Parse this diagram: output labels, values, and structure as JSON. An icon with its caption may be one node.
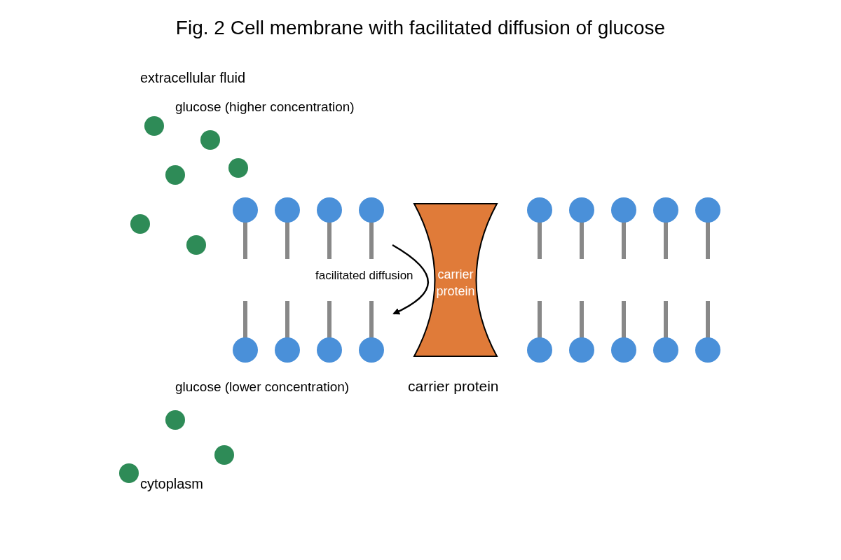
{
  "diagram": {
    "title": "Fig. 2 Cell membrane with facilitated diffusion of glucose",
    "nodes": [
      {
        "text": [
          "carrier protein"
        ],
        "beside": [
          "carrier protein"
        ]
      }
    ],
    "labels": [
      "extracellular fluid",
      "glucose (higher concentration)",
      "facilitated diffusion",
      "glucose (lower concentration)",
      "cytoplasm"
    ]
  }
}
